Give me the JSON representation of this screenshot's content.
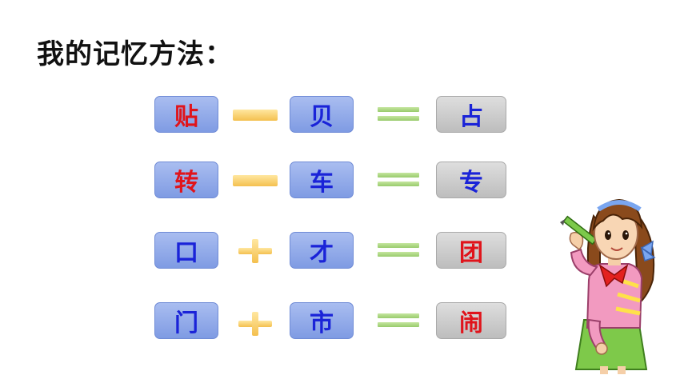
{
  "title": "我的记忆方法：",
  "rows": [
    {
      "a": "贴",
      "op": "minus",
      "b": "贝",
      "result": "占"
    },
    {
      "a": "转",
      "op": "minus",
      "b": "车",
      "result": "专"
    },
    {
      "a": "口",
      "op": "plus",
      "b": "才",
      "result": "团"
    },
    {
      "a": "门",
      "op": "plus",
      "b": "市",
      "result": "闹"
    }
  ],
  "colors": {
    "red_char": "#e0141b",
    "blue_char": "#1a23d8",
    "blue_box": "#8ea8e8",
    "grey_box": "#cfcfcf",
    "operator_orange": "#f6c65a",
    "equals_green": "#a7d37c"
  },
  "illustration": "girl-holding-pencil"
}
